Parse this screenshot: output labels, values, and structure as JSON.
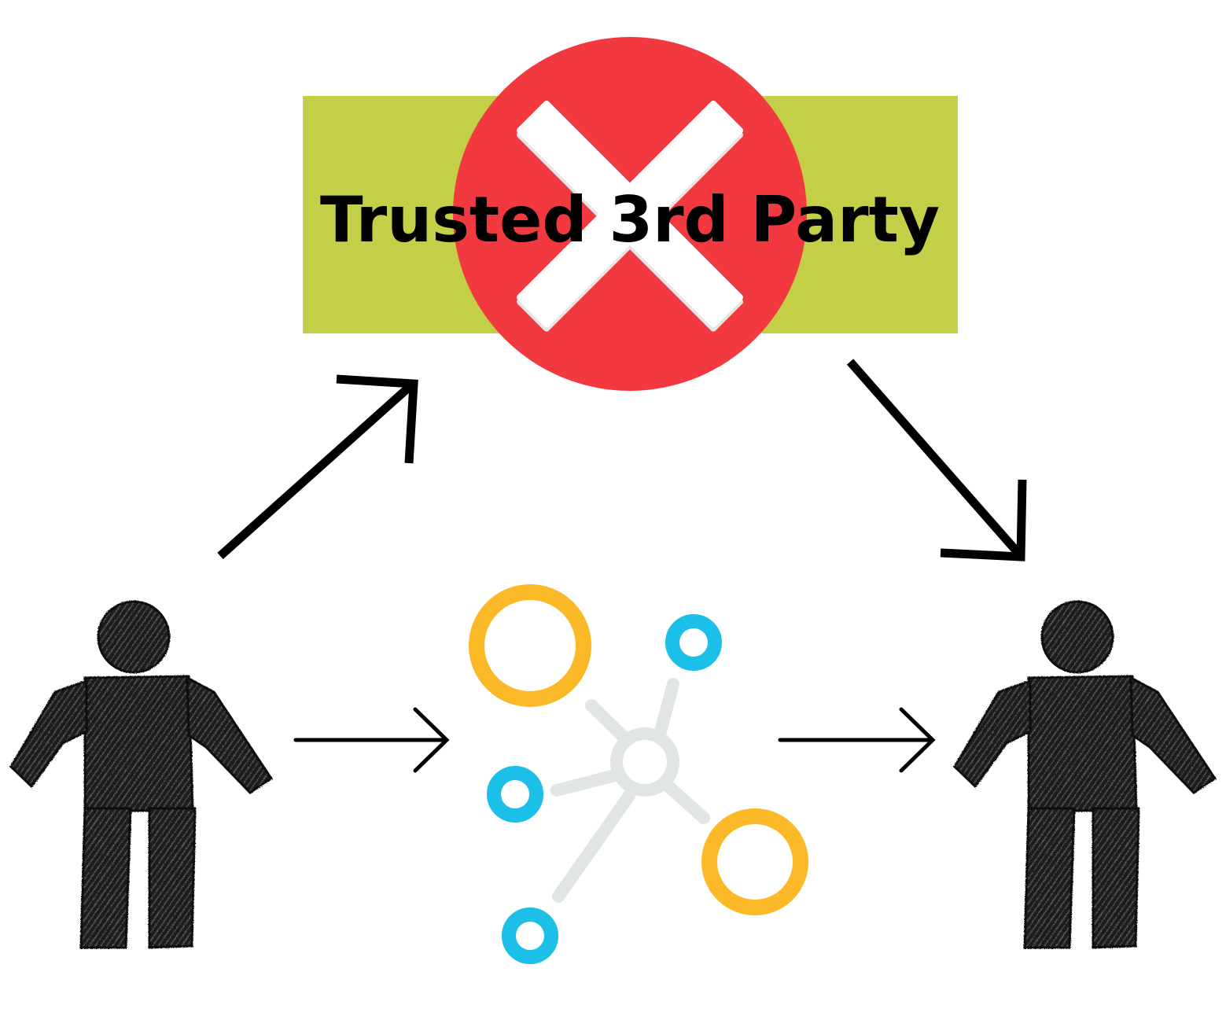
{
  "diagram": {
    "trusted_party": {
      "label": "Trusted 3rd Party",
      "status": "removed",
      "status_icon": "cross-icon"
    },
    "nodes": {
      "sender": {
        "icon": "person-icon"
      },
      "network": {
        "icon": "decentralized-network-icon"
      },
      "receiver": {
        "icon": "person-icon"
      }
    },
    "edges": [
      {
        "from": "sender",
        "to": "trusted_party"
      },
      {
        "from": "trusted_party",
        "to": "receiver"
      },
      {
        "from": "sender",
        "to": "network"
      },
      {
        "from": "network",
        "to": "receiver"
      }
    ],
    "colors": {
      "banner": "#c4cf48",
      "cross_circle": "#f2393f",
      "cross_mark": "#ffffff",
      "text": "#000000",
      "arrow": "#000000",
      "network_hub": "#e1e5e6",
      "network_ring_large": "#fbb827",
      "network_ring_small": "#1cbfe8",
      "person": "#1b1b1b"
    }
  }
}
